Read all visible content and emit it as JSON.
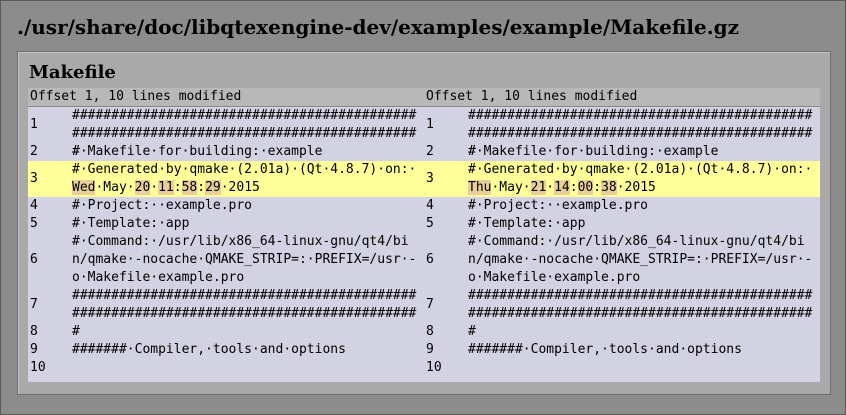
{
  "path_title": "./usr/share/doc/libqtexengine-dev/examples/example/Makefile.gz",
  "panel_title": "Makefile",
  "left": {
    "header": "Offset 1, 10 lines modified",
    "lines": [
      {
        "num": "1",
        "text": "#########################################################################################"
      },
      {
        "num": "2",
        "text": "#·Makefile·for·building:·example"
      },
      {
        "num": "3",
        "pre": "#·Generated·by·qmake·(2.01a)·(Qt·4.8.7)·on:·",
        "d1": "Wed",
        "m1": "·May·",
        "d2": "20",
        "m2": "·",
        "d3": "11",
        "m3": ":",
        "d4": "58",
        "m4": ":",
        "d5": "29",
        "post": "·2015"
      },
      {
        "num": "4",
        "text": "#·Project:··example.pro"
      },
      {
        "num": "5",
        "text": "#·Template:·app"
      },
      {
        "num": "6",
        "text": "#·Command:·/usr/lib/x86_64-linux-gnu/qt4/bin/qmake·-nocache·QMAKE_STRIP=:·PREFIX=/usr·-o·Makefile·example.pro"
      },
      {
        "num": "7",
        "text": "#########################################################################################"
      },
      {
        "num": "8",
        "text": ""
      },
      {
        "num": "9",
        "text": "#######·Compiler,·tools·and·options"
      },
      {
        "num": "10",
        "text": ""
      }
    ]
  },
  "right": {
    "header": "Offset 1, 10 lines modified",
    "lines": [
      {
        "num": "1",
        "text": "#########################################################################################"
      },
      {
        "num": "2",
        "text": "#·Makefile·for·building:·example"
      },
      {
        "num": "3",
        "pre": "#·Generated·by·qmake·(2.01a)·(Qt·4.8.7)·on:·",
        "d1": "Thu",
        "m1": "·May·",
        "d2": "21",
        "m2": "·",
        "d3": "14",
        "m3": ":",
        "d4": "00",
        "m4": ":",
        "d5": "38",
        "post": "·2015"
      },
      {
        "num": "4",
        "text": "#·Project:··example.pro"
      },
      {
        "num": "5",
        "text": "#·Template:·app"
      },
      {
        "num": "6",
        "text": "#·Command:·/usr/lib/x86_64-linux-gnu/qt4/bin/qmake·-nocache·QMAKE_STRIP=:·PREFIX=/usr·-o·Makefile·example.pro"
      },
      {
        "num": "7",
        "text": "#########################################################################################"
      },
      {
        "num": "8",
        "text": ""
      },
      {
        "num": "9",
        "text": "#######·Compiler,·tools·and·options"
      },
      {
        "num": "10",
        "text": ""
      }
    ]
  }
}
